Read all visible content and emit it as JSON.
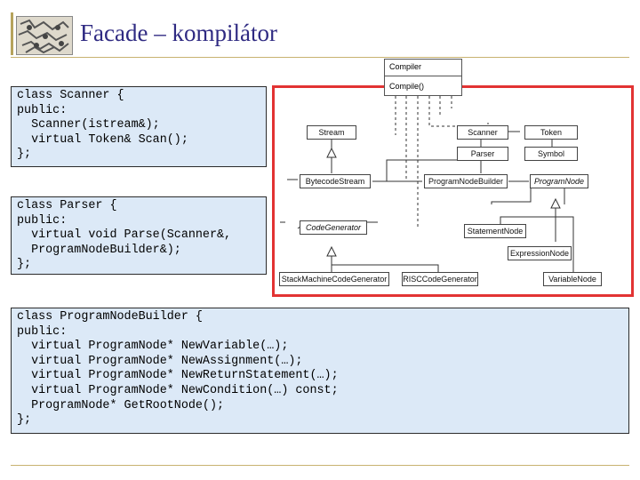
{
  "title": "Facade – kompilátor",
  "code_blocks": {
    "scanner": "class Scanner {\npublic:\n  Scanner(istream&);\n  virtual Token& Scan();\n};",
    "parser": "class Parser {\npublic:\n  virtual void Parse(Scanner&,\n  ProgramNodeBuilder&);\n};",
    "builder": "class ProgramNodeBuilder {\npublic:\n  virtual ProgramNode* NewVariable(…);\n  virtual ProgramNode* NewAssignment(…);\n  virtual ProgramNode* NewReturnStatement(…);\n  virtual ProgramNode* NewCondition(…) const;\n  ProgramNode* GetRootNode();\n};"
  },
  "diagram": {
    "compiler": {
      "name": "Compiler",
      "operation": "Compile()"
    },
    "classes": {
      "stream": "Stream",
      "scanner": "Scanner",
      "token": "Token",
      "parser": "Parser",
      "symbol": "Symbol",
      "bytecode_stream": "BytecodeStream",
      "program_node_builder": "ProgramNodeBuilder",
      "program_node": "ProgramNode",
      "code_generator": "CodeGenerator",
      "statement_node": "StatementNode",
      "expression_node": "ExpressionNode",
      "stack_machine_code_generator": "StackMachineCodeGenerator",
      "risc_code_generator": "RISCCodeGenerator",
      "variable_node": "VariableNode"
    }
  }
}
